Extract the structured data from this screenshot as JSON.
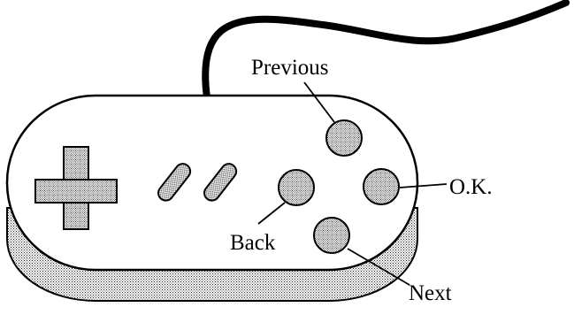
{
  "diagram": {
    "labels": {
      "previous": "Previous",
      "ok": "O.K.",
      "back": "Back",
      "next": "Next"
    },
    "icons": {
      "dpad": "dpad-icon",
      "select": "select-button-icon",
      "start": "start-button-icon",
      "cable": "cable-icon"
    },
    "colors": {
      "ink": "#000000",
      "paper": "#ffffff",
      "stipple": "#b8b8b8"
    }
  }
}
